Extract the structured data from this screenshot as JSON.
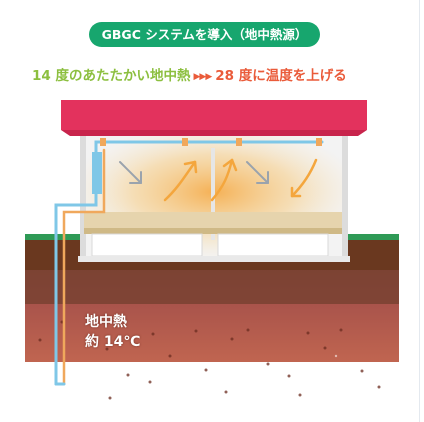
{
  "header": {
    "badge_text": "GBGC システムを導入（地中熱源）"
  },
  "comparison": {
    "from_text": "14 度のあたたかい地中熱",
    "arrows": "▶▶▶",
    "to_text": "28 度に温度を上げる"
  },
  "ground": {
    "label_line1": "地中熱",
    "label_line2": "約 14℃"
  },
  "colors": {
    "badge_green": "#17a66e",
    "from_text": "#8cbf3f",
    "to_text": "#ea5b3a",
    "roof": "#e0305a",
    "pipe": "#7fc7e7",
    "soil_dark": "#6e3a1f",
    "soil_light": "#b25a4d",
    "warm_air": "#f4a63d"
  }
}
